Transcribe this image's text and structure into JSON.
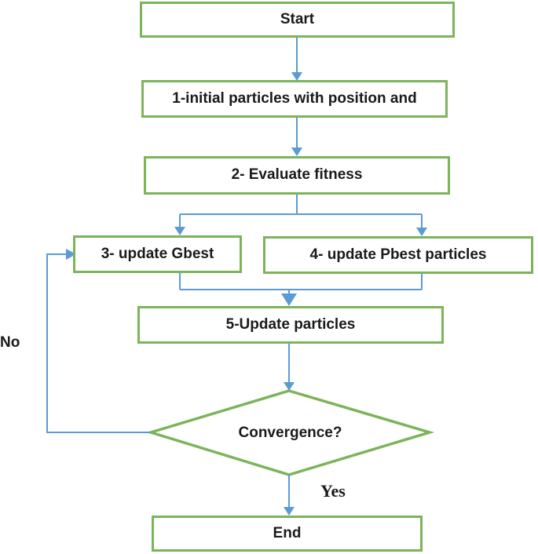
{
  "diagram": {
    "type": "flowchart",
    "nodes": {
      "start": {
        "label": "Start",
        "shape": "rectangle"
      },
      "step1": {
        "label": "1-initial particles with position and",
        "shape": "rectangle"
      },
      "step2": {
        "label": "2- Evaluate fitness",
        "shape": "rectangle"
      },
      "step3": {
        "label": "3- update Gbest",
        "shape": "rectangle"
      },
      "step4": {
        "label": "4- update Pbest particles",
        "shape": "rectangle"
      },
      "step5": {
        "label": "5-Update particles",
        "shape": "rectangle"
      },
      "decision": {
        "label": "Convergence?",
        "shape": "diamond"
      },
      "end": {
        "label": "End",
        "shape": "rectangle"
      }
    },
    "edges": [
      {
        "from": "start",
        "to": "step1"
      },
      {
        "from": "step1",
        "to": "step2"
      },
      {
        "from": "step2",
        "to": "step3"
      },
      {
        "from": "step2",
        "to": "step4"
      },
      {
        "from": "step3",
        "to": "step5"
      },
      {
        "from": "step4",
        "to": "step5"
      },
      {
        "from": "step5",
        "to": "decision"
      },
      {
        "from": "decision",
        "to": "end",
        "label": "Yes"
      },
      {
        "from": "decision",
        "to": "step3",
        "label": "No"
      }
    ],
    "edge_labels": {
      "yes": "Yes",
      "no": "No"
    }
  },
  "colors": {
    "node-border": "#7CB45A",
    "connector": "#5B9BD5",
    "text": "#1a1a1a",
    "background": "#ffffff"
  }
}
